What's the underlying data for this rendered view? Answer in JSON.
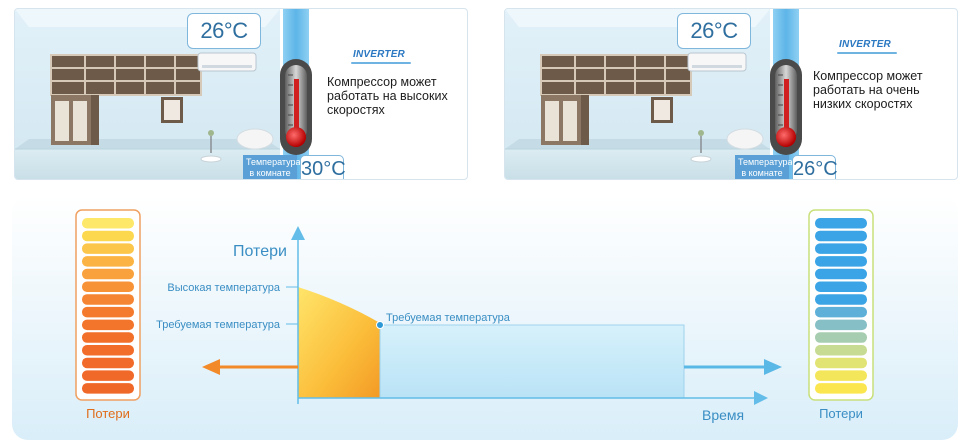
{
  "panels": [
    {
      "ac_temp": "26°C",
      "logo": "INVERTER",
      "description": [
        "Компрессор может",
        "работать на высоких",
        "скоростях"
      ],
      "room_label": [
        "Температура",
        "в комнате"
      ],
      "room_temp": "30°C"
    },
    {
      "ac_temp": "26°C",
      "logo": "INVERTER",
      "description": [
        "Компрессор может",
        "работать на очень",
        "низких скоростях"
      ],
      "room_label": [
        "Температура",
        "в комнате"
      ],
      "room_temp": "26°C"
    }
  ],
  "diagram": {
    "y_axis_label": "Потери",
    "x_axis_label": "Время",
    "high_temp_label": "Высокая температура",
    "required_temp_label_left": "Требуемая температура",
    "required_temp_label_point": "Требуемая температура",
    "left_meter_label": "Потери",
    "right_meter_label": "Потери",
    "left_meter_colors": [
      "#fde86a",
      "#fcd84e",
      "#fcc64a",
      "#fbb443",
      "#f9a23d",
      "#f79237",
      "#f58532",
      "#f47b2e",
      "#f3742b",
      "#f26f2a",
      "#f26c2a",
      "#f16a29",
      "#f16929",
      "#f06828"
    ],
    "right_meter_colors": [
      "#3aa4e6",
      "#3aa4e6",
      "#3aa4e6",
      "#3aa4e6",
      "#3aa4e6",
      "#3aa4e6",
      "#3ba4e4",
      "#5fb0d8",
      "#86bfc5",
      "#a7cdb0",
      "#c7db92",
      "#e1e372",
      "#f3e65a",
      "#fbe64f"
    ],
    "colors": {
      "warm": "#f28a2a",
      "cool": "#5ab8e6",
      "axis": "#63bde8",
      "left_frame": "#f0a060",
      "right_frame": "#c9e07a"
    }
  }
}
